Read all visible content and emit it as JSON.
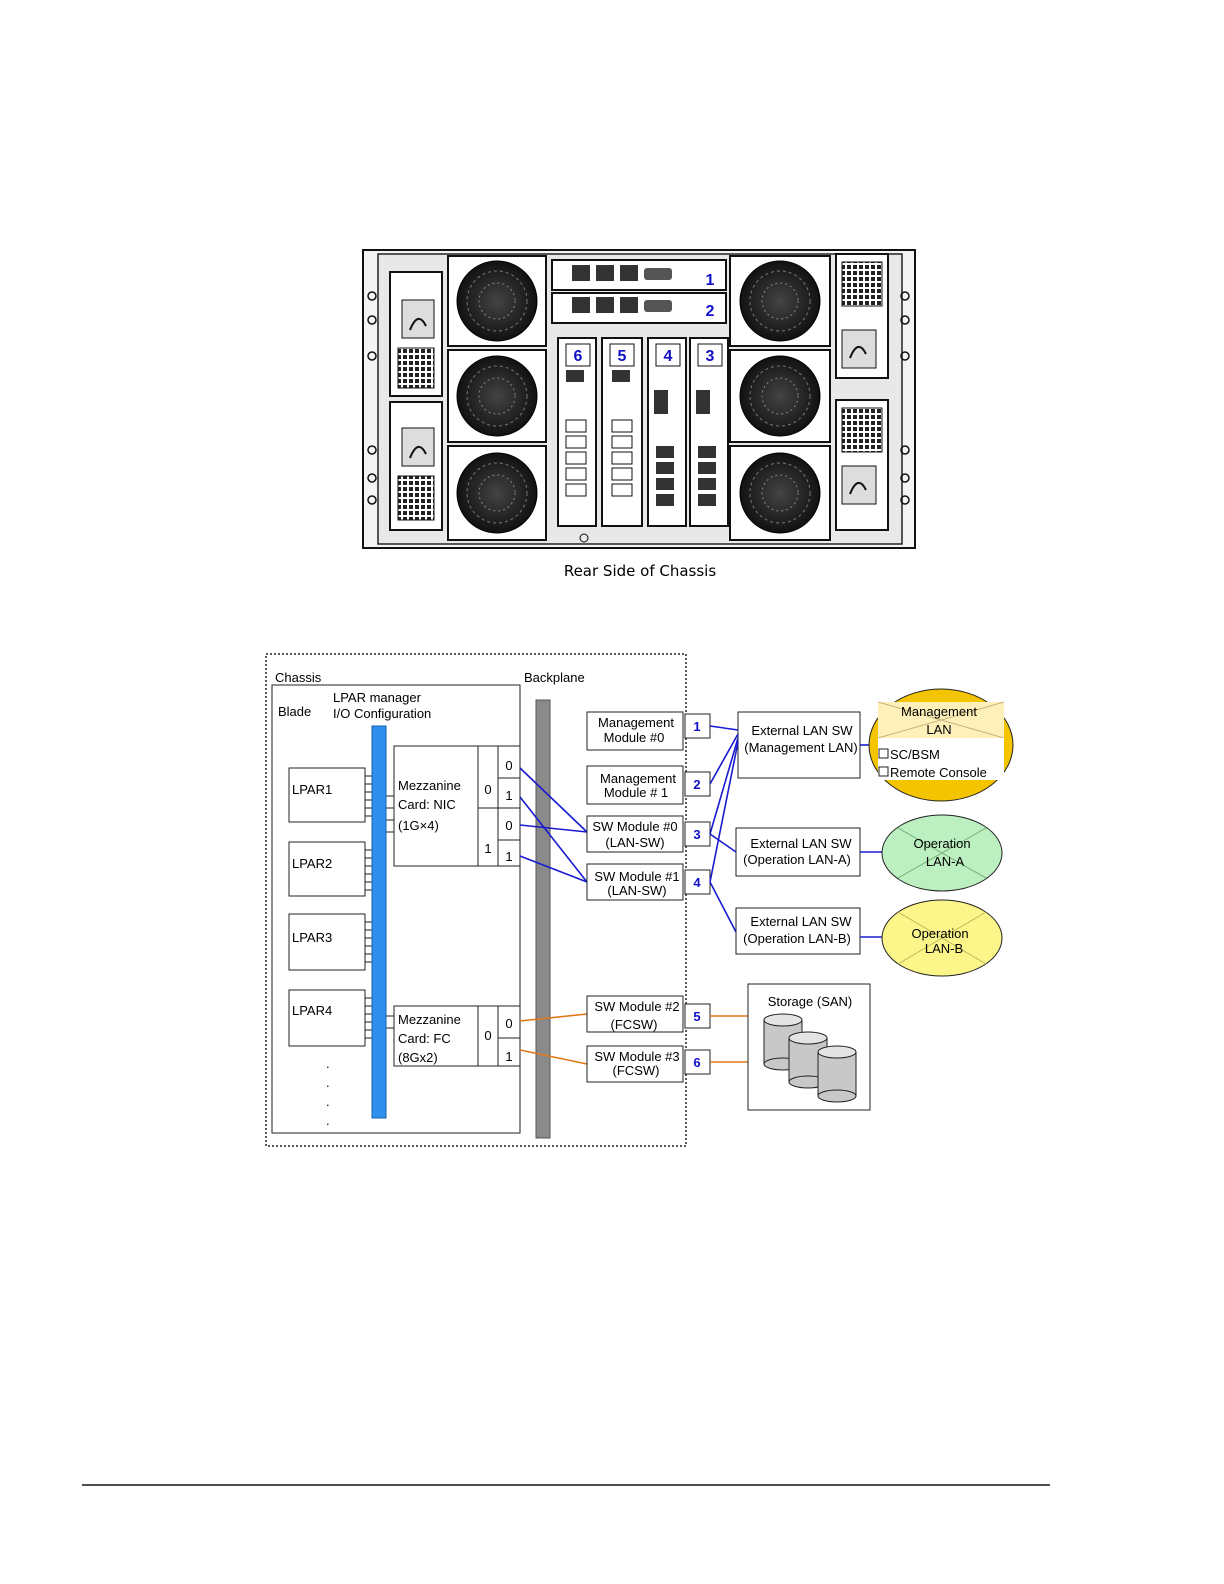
{
  "photo": {
    "caption": "Rear Side of Chassis",
    "mgmt_slots": [
      "1",
      "2"
    ],
    "sw_slots": [
      "6",
      "5",
      "4",
      "3"
    ]
  },
  "diagram": {
    "chassis_label": "Chassis",
    "blade_label": "Blade",
    "lpar_manager_label_1": "LPAR manager",
    "lpar_manager_label_2": "I/O Configuration",
    "backplane_label": "Backplane",
    "lpars": [
      "LPAR1",
      "LPAR2",
      "LPAR3",
      "LPAR4"
    ],
    "ellipsis": [
      ".",
      ".",
      ".",
      "."
    ],
    "nic_card": {
      "line1": "Mezzanine",
      "line2": "Card: NIC",
      "line3": "(1G×4)",
      "group0": "0",
      "group1": "1",
      "ports": [
        "0",
        "1",
        "0",
        "1"
      ]
    },
    "fc_card": {
      "line1": "Mezzanine",
      "line2": "Card: FC",
      "line3": "(8Gx2)",
      "group0": "0",
      "ports": [
        "0",
        "1"
      ]
    },
    "modules": [
      {
        "line1": "Management",
        "line2": "Module #0",
        "num": "1"
      },
      {
        "line1": "Management",
        "line2": "Module # 1",
        "num": "2"
      },
      {
        "line1": "SW Module #0",
        "line2": "(LAN-SW)",
        "num": "3"
      },
      {
        "line1": "SW Module #1",
        "line2": "(LAN-SW)",
        "num": "4"
      },
      {
        "line1": "SW Module #2",
        "line2": "(FCSW)",
        "num": "5"
      },
      {
        "line1": "SW Module #3",
        "line2": "(FCSW)",
        "num": "6"
      }
    ],
    "external_switches": [
      {
        "line1": "External LAN SW",
        "line2": "(Management LAN)"
      },
      {
        "line1": "External LAN SW",
        "line2": "(Operation LAN-A)"
      },
      {
        "line1": "External LAN SW",
        "line2": "(Operation LAN-B)"
      }
    ],
    "networks": {
      "management": {
        "line1": "Management",
        "line2": "LAN",
        "item1": "SC/BSM",
        "item2": "Remote Console",
        "color": "#f5c400"
      },
      "lan_a": {
        "line1": "Operation",
        "line2": "LAN-A",
        "color": "#bdf0c0"
      },
      "lan_b": {
        "line1": "Operation",
        "line2": "LAN-B",
        "color": "#fbf58a"
      }
    },
    "storage_label": "Storage (SAN)",
    "colors": {
      "blue_bus": "#2f8fef",
      "backplane": "#8a8a8a",
      "lan_link": "#1a1ad0",
      "fc_link": "#e07818"
    }
  }
}
